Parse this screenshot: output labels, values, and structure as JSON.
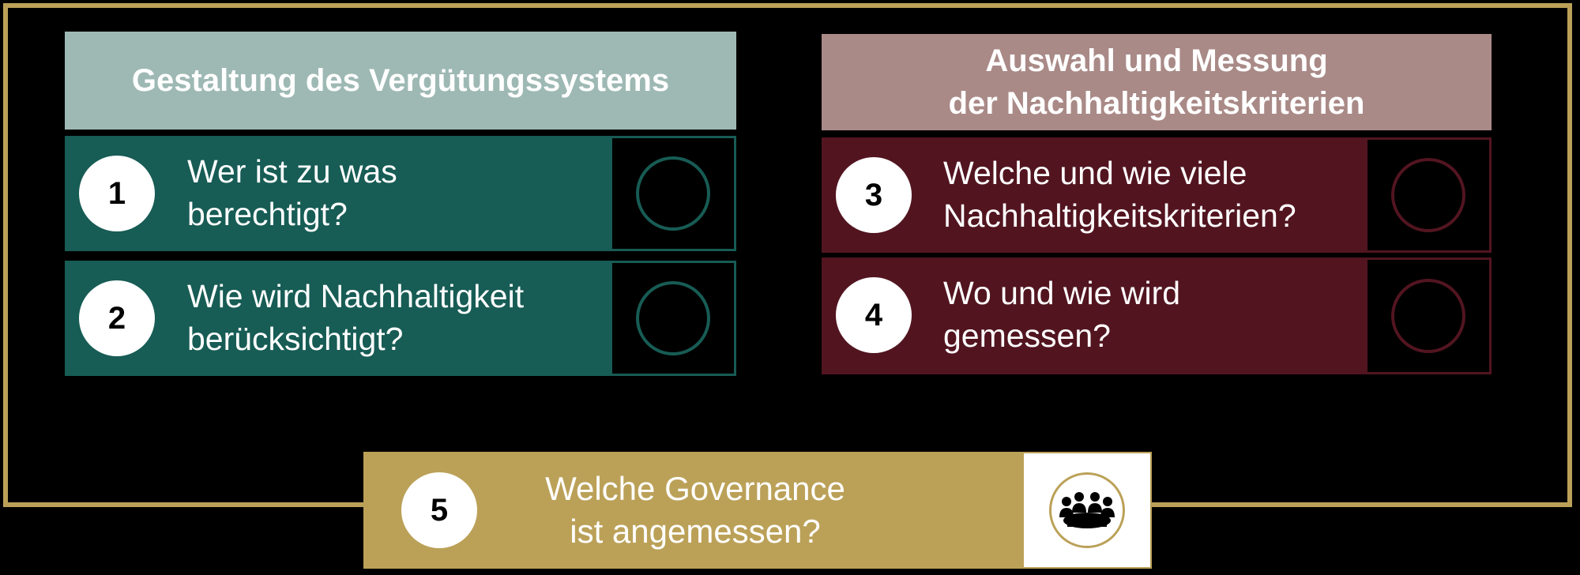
{
  "colors": {
    "gold": "#bba158",
    "teal": "#175c55",
    "teal_light": "#9eb9b4",
    "wine": "#521520",
    "wine_light": "#a98a87"
  },
  "left_section": {
    "title": "Gestaltung des Vergütungssystems",
    "items": [
      {
        "number": "1",
        "lines": [
          "Wer ist zu was",
          "berechtigt?"
        ],
        "icon": "empty-circle-icon"
      },
      {
        "number": "2",
        "lines": [
          "Wie wird Nachhaltigkeit",
          "berücksichtigt?"
        ],
        "icon": "empty-circle-icon"
      }
    ]
  },
  "right_section": {
    "title_lines": [
      "Auswahl und Messung",
      "der Nachhaltigkeitskriterien"
    ],
    "items": [
      {
        "number": "3",
        "lines": [
          "Welche und wie viele",
          "Nachhaltigkeitskriterien?"
        ],
        "icon": "empty-circle-icon"
      },
      {
        "number": "4",
        "lines": [
          "Wo und wie wird",
          "gemessen?"
        ],
        "icon": "empty-circle-icon"
      }
    ]
  },
  "governance": {
    "number": "5",
    "lines": [
      "Welche Governance",
      "ist angemessen?"
    ],
    "icon": "meeting-group-icon"
  }
}
